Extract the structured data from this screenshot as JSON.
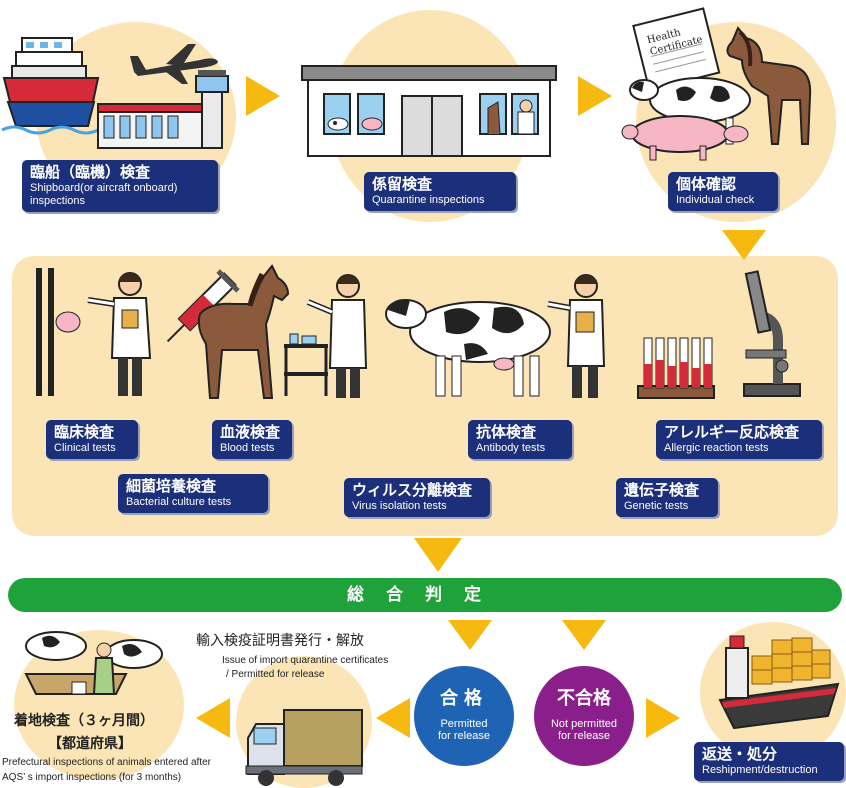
{
  "steps": {
    "shipboard": {
      "jp": "臨船（臨機）検査",
      "en": "Shipboard(or aircraft onboard) inspections"
    },
    "quarantine": {
      "jp": "係留検査",
      "en": "Quarantine inspections"
    },
    "individual": {
      "jp": "個体確認",
      "en": "Individual check"
    }
  },
  "certificate_text": "Health Certificate",
  "tests": {
    "clinical": {
      "jp": "臨床検査",
      "en": "Clinical tests"
    },
    "blood": {
      "jp": "血液検査",
      "en": "Blood tests"
    },
    "bacterial": {
      "jp": "細菌培養検査",
      "en": "Bacterial culture tests"
    },
    "virus": {
      "jp": "ウィルス分離検査",
      "en": "Virus isolation tests"
    },
    "antibody": {
      "jp": "抗体検査",
      "en": "Antibody tests"
    },
    "allergic": {
      "jp": "アレルギー反応検査",
      "en": "Allergic reaction tests"
    },
    "genetic": {
      "jp": "遺伝子検査",
      "en": "Genetic tests"
    }
  },
  "judgement": "総合判定",
  "pass": {
    "jp": "合格",
    "en1": "Permitted",
    "en2": "for release"
  },
  "fail": {
    "jp": "不合格",
    "en1": "Not permitted",
    "en2": "for release"
  },
  "release": {
    "jp": "輸入検疫証明書発行・解放",
    "en1": "Issue of import quarantine certificates",
    "en2": "/ Permitted for release"
  },
  "landing": {
    "jp1": "着地検査（３ヶ月間）",
    "jp2": "【都道府県】",
    "en1": "Prefectural inspections of animals entered after",
    "en2": "AQS’ s import inspections (for 3 months)"
  },
  "reship": {
    "jp": "返送・処分",
    "en": "Reshipment/destruction"
  },
  "colors": {
    "navy": "#1b2f7a",
    "green": "#1fa23a",
    "arrow": "#f5b90f",
    "beige": "#fbe5b6",
    "pass_blue": "#1f64b4",
    "fail_purple": "#8a1f8c"
  },
  "icons": [
    "ship-icon",
    "airplane-icon",
    "airport-tower-icon",
    "quarantine-building-icon",
    "cow-icon",
    "horse-icon",
    "pig-icon",
    "vet-icon",
    "syringe-icon",
    "test-tubes-icon",
    "microscope-icon",
    "truck-icon",
    "cargo-ship-icon"
  ]
}
